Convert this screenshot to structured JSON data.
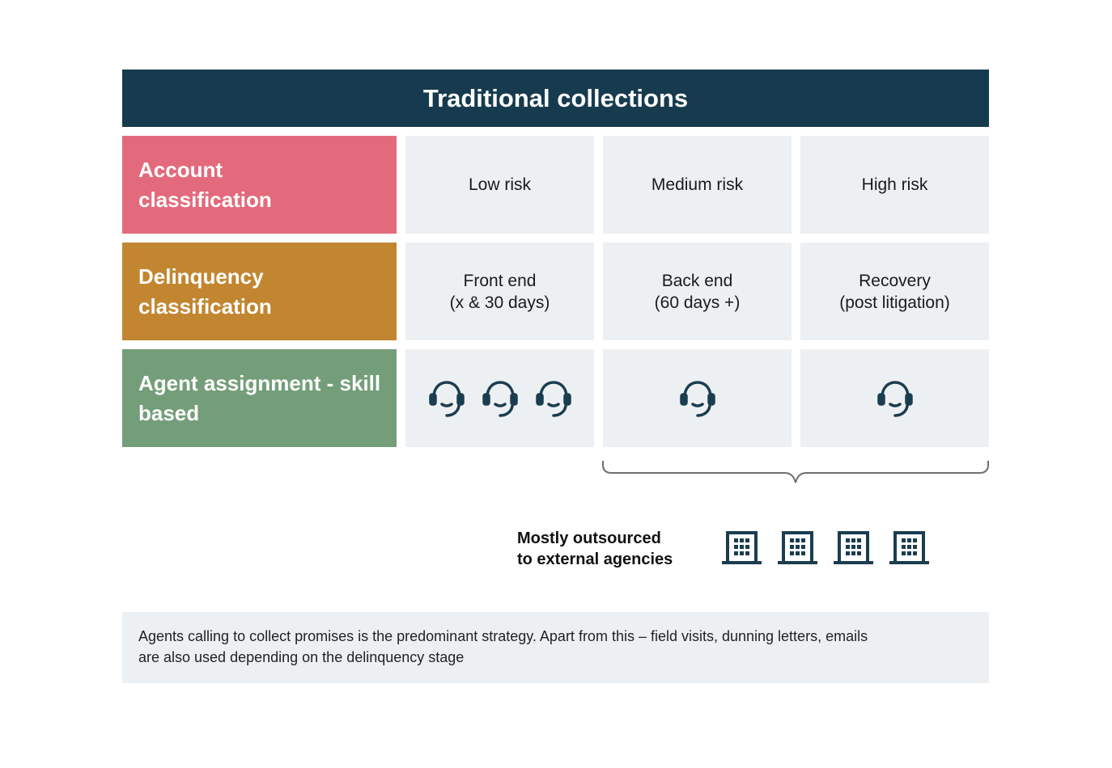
{
  "title": "Traditional collections",
  "rows": [
    {
      "label_line1": "Account",
      "label_line2": "classification",
      "color": "#e36a7c",
      "cells": [
        {
          "line1": "Low risk",
          "line2": ""
        },
        {
          "line1": "Medium risk",
          "line2": ""
        },
        {
          "line1": "High risk",
          "line2": ""
        }
      ]
    },
    {
      "label_line1": "Delinquency",
      "label_line2": "classification",
      "color": "#c28630",
      "cells": [
        {
          "line1": "Front end",
          "line2": "(x & 30 days)"
        },
        {
          "line1": "Back end",
          "line2": "(60 days +)"
        },
        {
          "line1": "Recovery",
          "line2": "(post litigation)"
        }
      ]
    },
    {
      "label_line1": "Agent assignment -",
      "label_line2": "skill based",
      "color": "#749e79",
      "agent_icons": [
        "headset-icon",
        "headset-icon",
        "headset-icon"
      ],
      "medium_icons": [
        "headset-icon"
      ],
      "high_icons": [
        "headset-icon"
      ]
    }
  ],
  "outsourced": {
    "line1": "Mostly outsourced",
    "line2": "to external agencies",
    "icons": [
      "building-icon",
      "building-icon",
      "building-icon",
      "building-icon"
    ]
  },
  "footer": {
    "line1": "Agents calling to collect promises is the predominant strategy. Apart from this – field visits, dunning letters, emails",
    "line2": "are also used depending on the delinquency stage"
  },
  "colors": {
    "header": "#173b4e",
    "icon": "#1b3d50",
    "cell_bg": "#edf0f2"
  }
}
